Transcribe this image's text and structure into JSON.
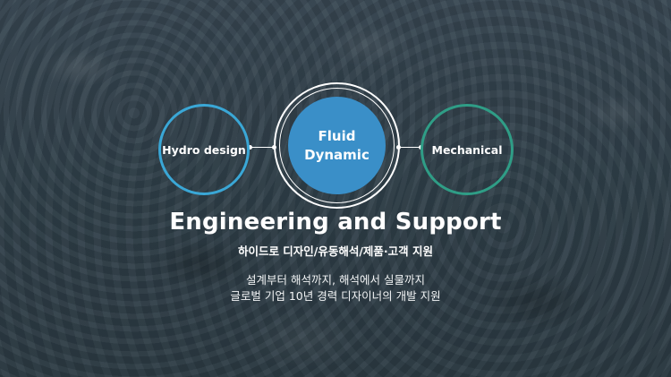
{
  "colors": {
    "hydro_ring": "#3aa7d6",
    "mechanical_ring": "#2f9d86",
    "fluid_fill": "#3a8fc8",
    "background": "#3b4a55",
    "text": "#ffffff"
  },
  "diagram": {
    "left_node": "Hydro design",
    "center_node_line1": "Fluid",
    "center_node_line2": "Dynamic",
    "right_node": "Mechanical"
  },
  "headline": "Engineering and Support",
  "subtitle": "하이드로 디자인/유동해석/제품·고객 지원",
  "description": {
    "line1": "설계부터 해석까지, 해석에서 실물까지",
    "line2": "글로벌 기업 10년 경력 디자이너의 개발 지원"
  }
}
